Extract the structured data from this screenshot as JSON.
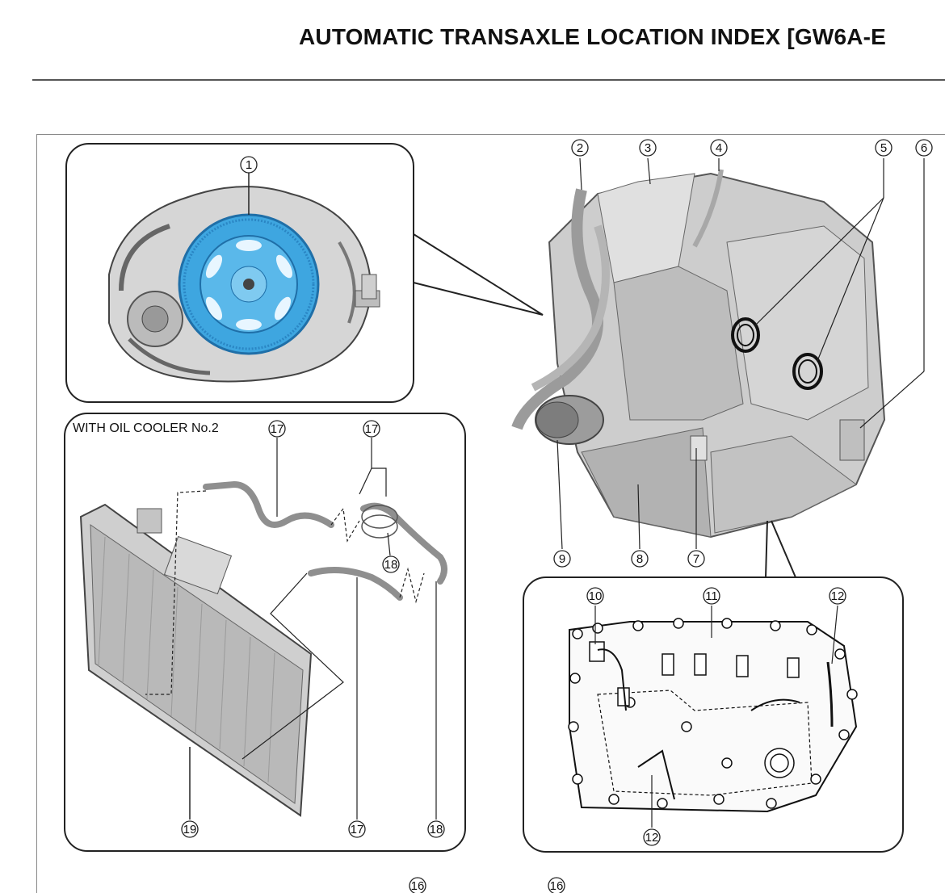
{
  "header": {
    "title": "AUTOMATIC TRANSAXLE LOCATION INDEX [GW6A-E"
  },
  "figure": {
    "inset_oil_cooler_label": "WITH OIL COOLER No.2",
    "callouts": {
      "c1": "1",
      "c2": "2",
      "c3": "3",
      "c4": "4",
      "c5": "5",
      "c6": "6",
      "c7": "7",
      "c8": "8",
      "c9": "9",
      "c10": "10",
      "c11": "11",
      "c12a": "12",
      "c12b": "12",
      "c16a": "16",
      "c16b": "16",
      "c17a": "17",
      "c17b": "17",
      "c17c": "17",
      "c18a": "18",
      "c18b": "18",
      "c19": "19"
    }
  },
  "colors": {
    "flywheel": "#3ea6e0",
    "frame": "#222222",
    "metal": "#c9c9c9"
  }
}
